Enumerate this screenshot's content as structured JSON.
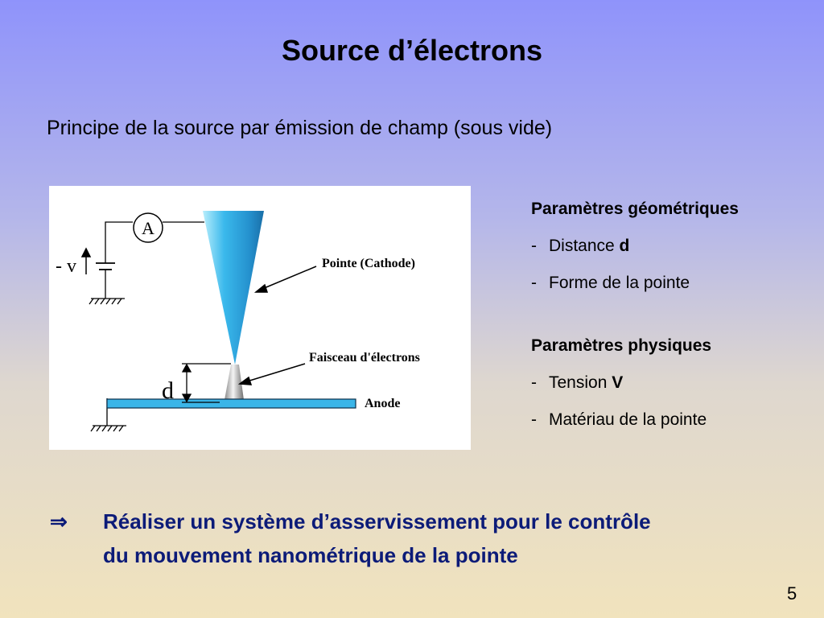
{
  "slide": {
    "title": "Source d’électrons",
    "subtitle": "Principe de la source par émission de champ (sous vide)",
    "page_number": "5"
  },
  "diagram": {
    "ammeter_label": "A",
    "voltage_label": "- v",
    "tip_label": "Pointe (Cathode)",
    "beam_label": "Faisceau d'électrons",
    "anode_label": "Anode",
    "distance_label": "d",
    "colors": {
      "tip_light": "#b8eefc",
      "tip_mid": "#3ab9ec",
      "tip_dark": "#1a6fa8",
      "anode_fill": "#3ab5e8"
    }
  },
  "params": {
    "geometric": {
      "heading": "Paramètres géométriques",
      "items": [
        {
          "text": "Distance ",
          "bold": "d"
        },
        {
          "text": "Forme de la pointe",
          "bold": ""
        }
      ]
    },
    "physical": {
      "heading": "Paramètres physiques",
      "items": [
        {
          "text": "Tension ",
          "bold": "V"
        },
        {
          "text": "Matériau de la pointe",
          "bold": ""
        }
      ]
    }
  },
  "conclusion": {
    "arrow": "⇒",
    "line1": "Réaliser un système d’asservissement pour le contrôle",
    "line2": "du mouvement nanométrique de la pointe"
  }
}
